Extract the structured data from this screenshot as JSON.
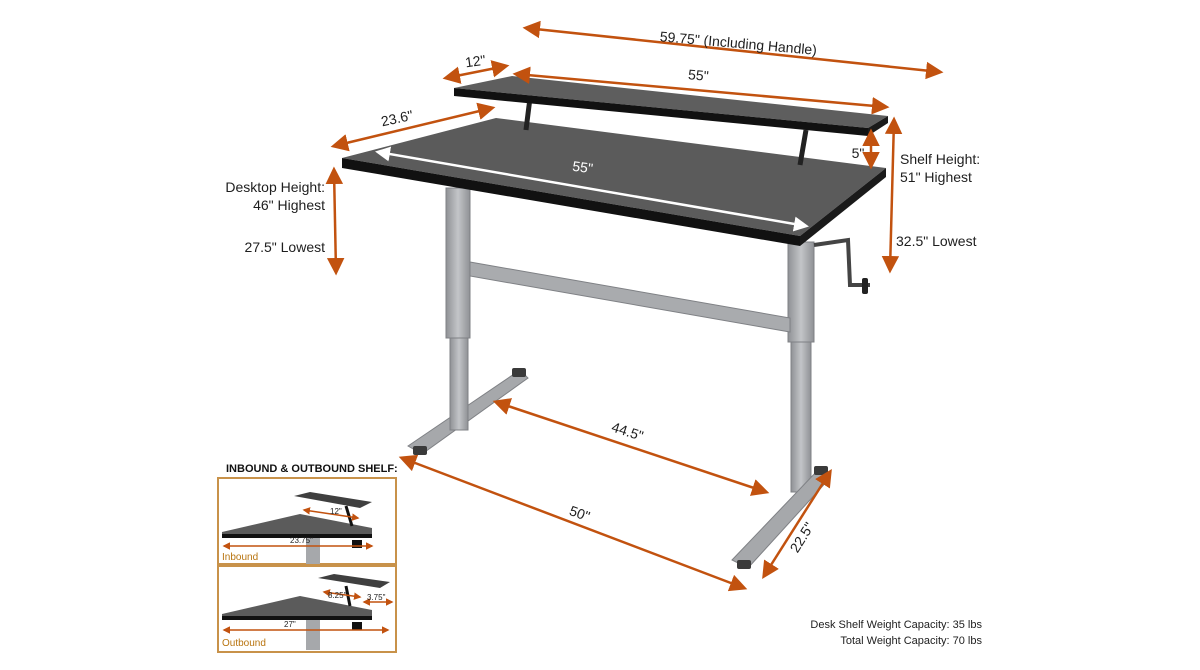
{
  "dimensions": {
    "total_width": "59.75\" (Including Handle)",
    "shelf_depth": "12\"",
    "shelf_width": "55\"",
    "desk_depth": "23.6\"",
    "desk_width": "55\"",
    "shelf_gap": "5\"",
    "leg_span": "44.5\"",
    "base_length": "50\"",
    "base_depth": "22.5\""
  },
  "heights": {
    "desktop_title": "Desktop Height:",
    "desktop_highest": "46\" Highest",
    "desktop_lowest": "27.5\" Lowest",
    "shelf_title": "Shelf Height:",
    "shelf_highest": "51\" Highest",
    "shelf_lowest": "32.5\" Lowest"
  },
  "inset": {
    "title": "INBOUND & OUTBOUND SHELF:",
    "inbound_label": "Inbound",
    "inbound_shelf": "12\"",
    "inbound_depth": "23.75\"",
    "outbound_label": "Outbound",
    "outbound_shelf": "8.25\"",
    "outbound_overhang": "3.75\"",
    "outbound_depth": "27\""
  },
  "capacity": {
    "shelf": "Desk Shelf Weight Capacity: 35 lbs",
    "total": "Total Weight Capacity: 70 lbs"
  },
  "colors": {
    "arrow": "#c2520f",
    "desk_top": "#5b5b5b",
    "frame": "#a6a8ab",
    "inset_border": "#c8924a"
  }
}
